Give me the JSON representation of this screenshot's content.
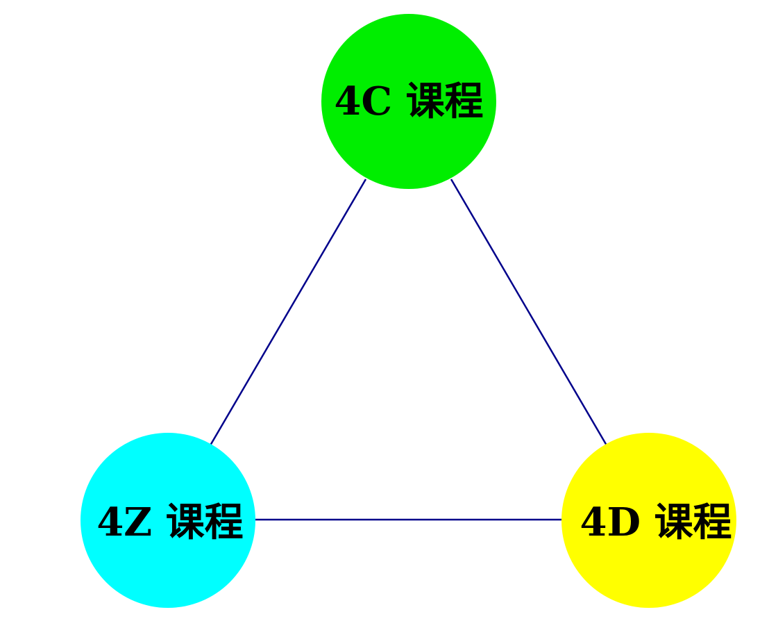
{
  "diagram": {
    "edge_color": "#00008b",
    "nodes": {
      "top": {
        "label": "4C 课程",
        "color": "#00ee00"
      },
      "left": {
        "label": "4Z 课程",
        "color": "#00ffff"
      },
      "right": {
        "label": "4D 课程",
        "color": "#ffff00"
      }
    }
  }
}
